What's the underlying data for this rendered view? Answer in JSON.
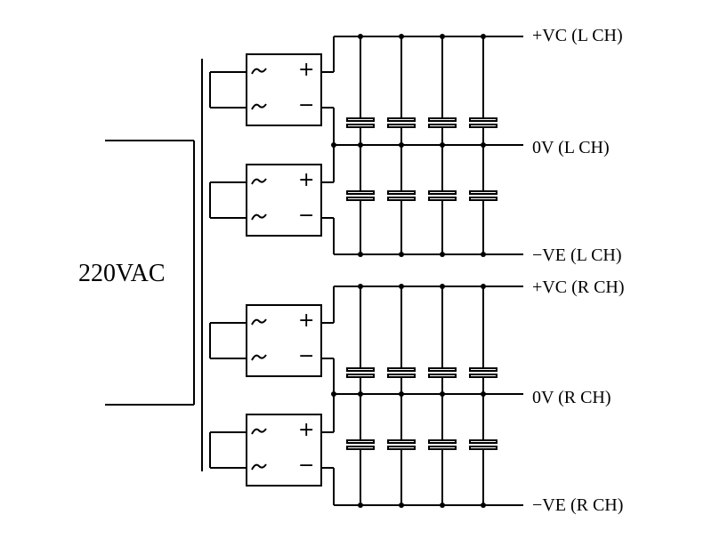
{
  "input_label": "220VAC",
  "rails": {
    "left_pos": "+VC (L CH)",
    "left_zero": "0V (L CH)",
    "left_neg": "−VE (L CH)",
    "right_pos": "+VC (R CH)",
    "right_zero": "0V (R CH)",
    "right_neg": "−VE (R CH)"
  },
  "rectifier_symbols": {
    "plus": "+",
    "minus": "−"
  },
  "colors": {
    "line": "#000000",
    "background": "#ffffff"
  }
}
